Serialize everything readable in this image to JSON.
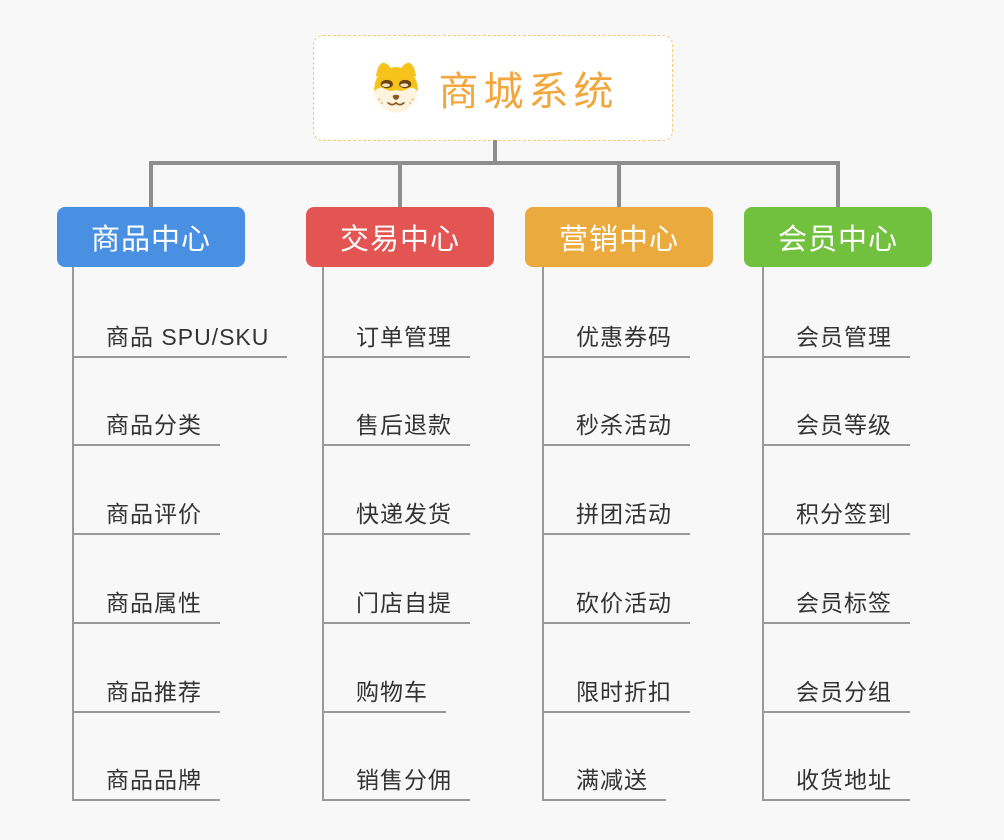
{
  "canvas": {
    "background_color": "#f8f8f8",
    "connector_color": "#8e8e8e",
    "underline_color": "#999999",
    "item_text_color": "#333333"
  },
  "root": {
    "title": "商城系统",
    "title_color": "#f2a63c",
    "border_color": "#f3c97e",
    "background_color": "#ffffff",
    "icon": "shiba-dog-icon"
  },
  "branches": [
    {
      "label": "商品中心",
      "color": "#4a90e2",
      "text_color": "#ffffff",
      "items": [
        "商品 SPU/SKU",
        "商品分类",
        "商品评价",
        "商品属性",
        "商品推荐",
        "商品品牌"
      ]
    },
    {
      "label": "交易中心",
      "color": "#e25552",
      "text_color": "#ffffff",
      "items": [
        "订单管理",
        "售后退款",
        "快递发货",
        "门店自提",
        "购物车",
        "销售分佣"
      ]
    },
    {
      "label": "营销中心",
      "color": "#ebaa3d",
      "text_color": "#ffffff",
      "items": [
        "优惠券码",
        "秒杀活动",
        "拼团活动",
        "砍价活动",
        "限时折扣",
        "满减送"
      ]
    },
    {
      "label": "会员中心",
      "color": "#72c13e",
      "text_color": "#ffffff",
      "items": [
        "会员管理",
        "会员等级",
        "积分签到",
        "会员标签",
        "会员分组",
        "收货地址"
      ]
    }
  ]
}
